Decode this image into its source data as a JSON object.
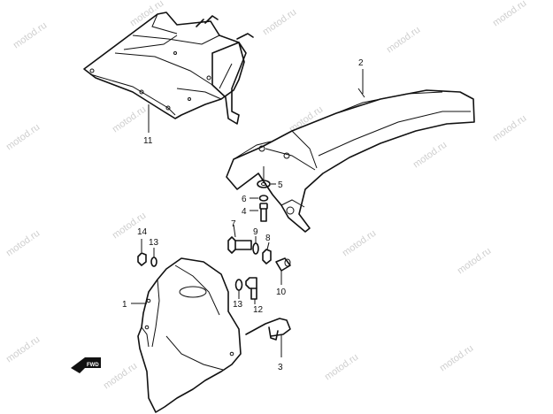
{
  "watermark": "motod.ru",
  "direction_badge": "FWD",
  "callouts": {
    "p1": "1",
    "p2": "2",
    "p3": "3",
    "p4": "4",
    "p5": "5",
    "p6": "6",
    "p7": "7",
    "p8": "8",
    "p9": "9",
    "p10": "10",
    "p11": "11",
    "p12": "12",
    "p13a": "13",
    "p13b": "13",
    "p14": "14"
  }
}
